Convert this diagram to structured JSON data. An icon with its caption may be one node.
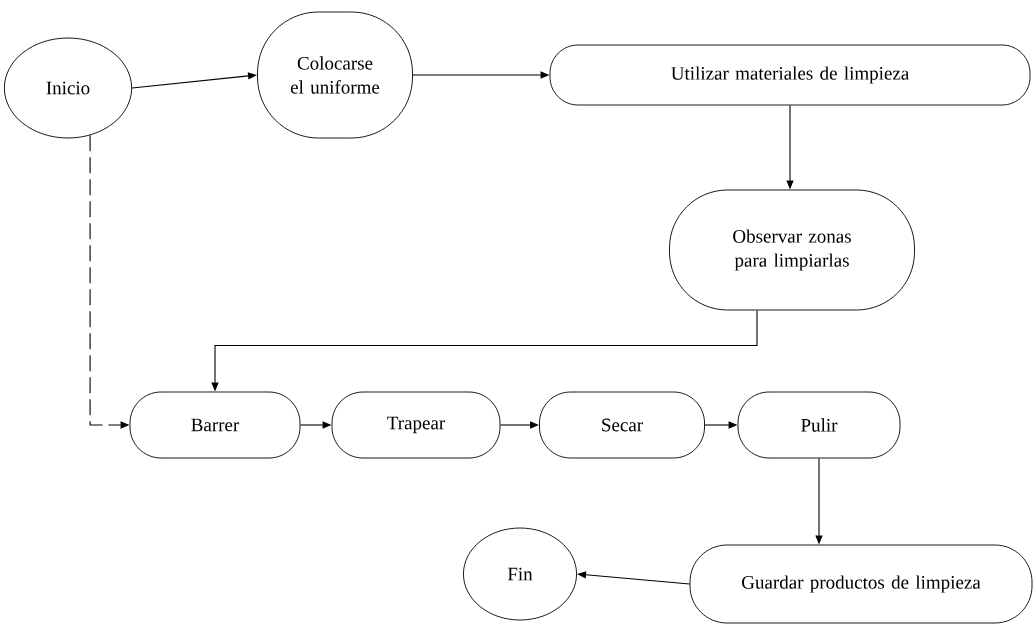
{
  "diagram": {
    "nodes": [
      {
        "text": [
          "Inicio"
        ]
      },
      {
        "text": [
          "Colocarse el uniforme"
        ]
      },
      {
        "text": [
          "Utilizar materiales de limpieza"
        ]
      },
      {
        "text": [
          "Observar zonas para limpiarlas"
        ]
      },
      {
        "text": [
          "Barrer"
        ]
      },
      {
        "text": [
          "Trapear"
        ]
      },
      {
        "text": [
          "Secar"
        ]
      },
      {
        "text": [
          "Pulir"
        ]
      },
      {
        "text": [
          "Guardar productos de limpieza"
        ]
      },
      {
        "text": [
          "Fin"
        ]
      }
    ],
    "edges": [
      {
        "from": 0,
        "to": 1,
        "arrow": "to"
      },
      {
        "from": 1,
        "to": 2,
        "arrow": "to"
      },
      {
        "from": 2,
        "to": 3,
        "arrow": "to"
      },
      {
        "from": 3,
        "to": 4,
        "arrow": "to"
      },
      {
        "from": 0,
        "to": 4,
        "arrow": "to",
        "style": "dashed"
      },
      {
        "from": 4,
        "to": 5,
        "arrow": "to"
      },
      {
        "from": 5,
        "to": 6,
        "arrow": "to"
      },
      {
        "from": 6,
        "to": 7,
        "arrow": "to"
      },
      {
        "from": 7,
        "to": 8,
        "arrow": "to"
      },
      {
        "from": 8,
        "to": 9,
        "arrow": "to"
      }
    ]
  }
}
